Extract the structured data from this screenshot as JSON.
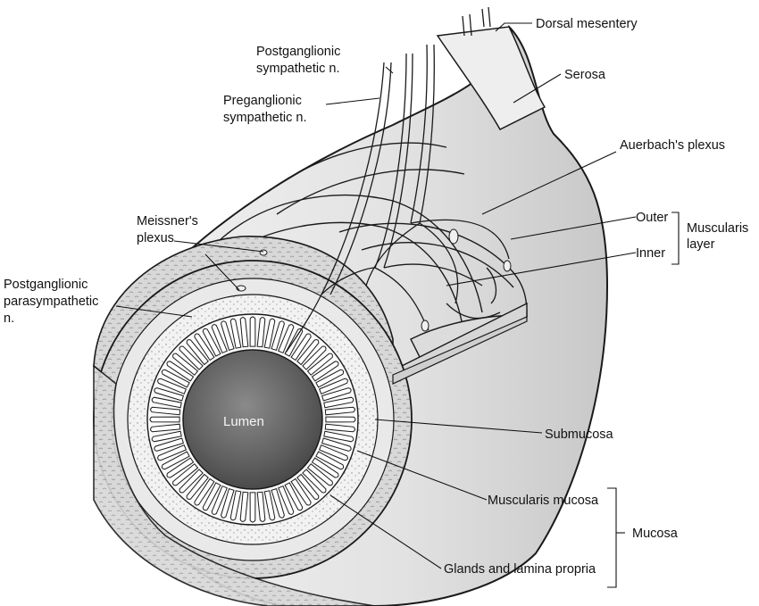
{
  "labels": {
    "dorsal_mesentery": "Dorsal mesentery",
    "serosa": "Serosa",
    "postganglionic_sympathetic_1": "Postganglionic",
    "postganglionic_sympathetic_2": "sympathetic n.",
    "preganglionic_sympathetic_1": "Preganglionic",
    "preganglionic_sympathetic_2": "sympathetic n.",
    "auerbach_plexus": "Auerbach's plexus",
    "meissner_plexus_1": "Meissner's",
    "meissner_plexus_2": "plexus",
    "outer": "Outer",
    "inner": "Inner",
    "muscularis_layer_1": "Muscularis",
    "muscularis_layer_2": "layer",
    "postganglionic_para_1": "Postganglionic",
    "postganglionic_para_2": "parasympathetic",
    "postganglionic_para_3": "n.",
    "lumen": "Lumen",
    "submucosa": "Submucosa",
    "muscularis_mucosa": "Muscularis mucosa",
    "mucosa": "Mucosa",
    "glands_lamina_propria": "Glands and lamina propria"
  },
  "colors": {
    "outline": "#1a1a1a",
    "tube_surface": "#e6e6e6",
    "muscle_layer": "#d2d2d2",
    "submucosa": "#efefef",
    "lumen": "#6f6f6f"
  }
}
